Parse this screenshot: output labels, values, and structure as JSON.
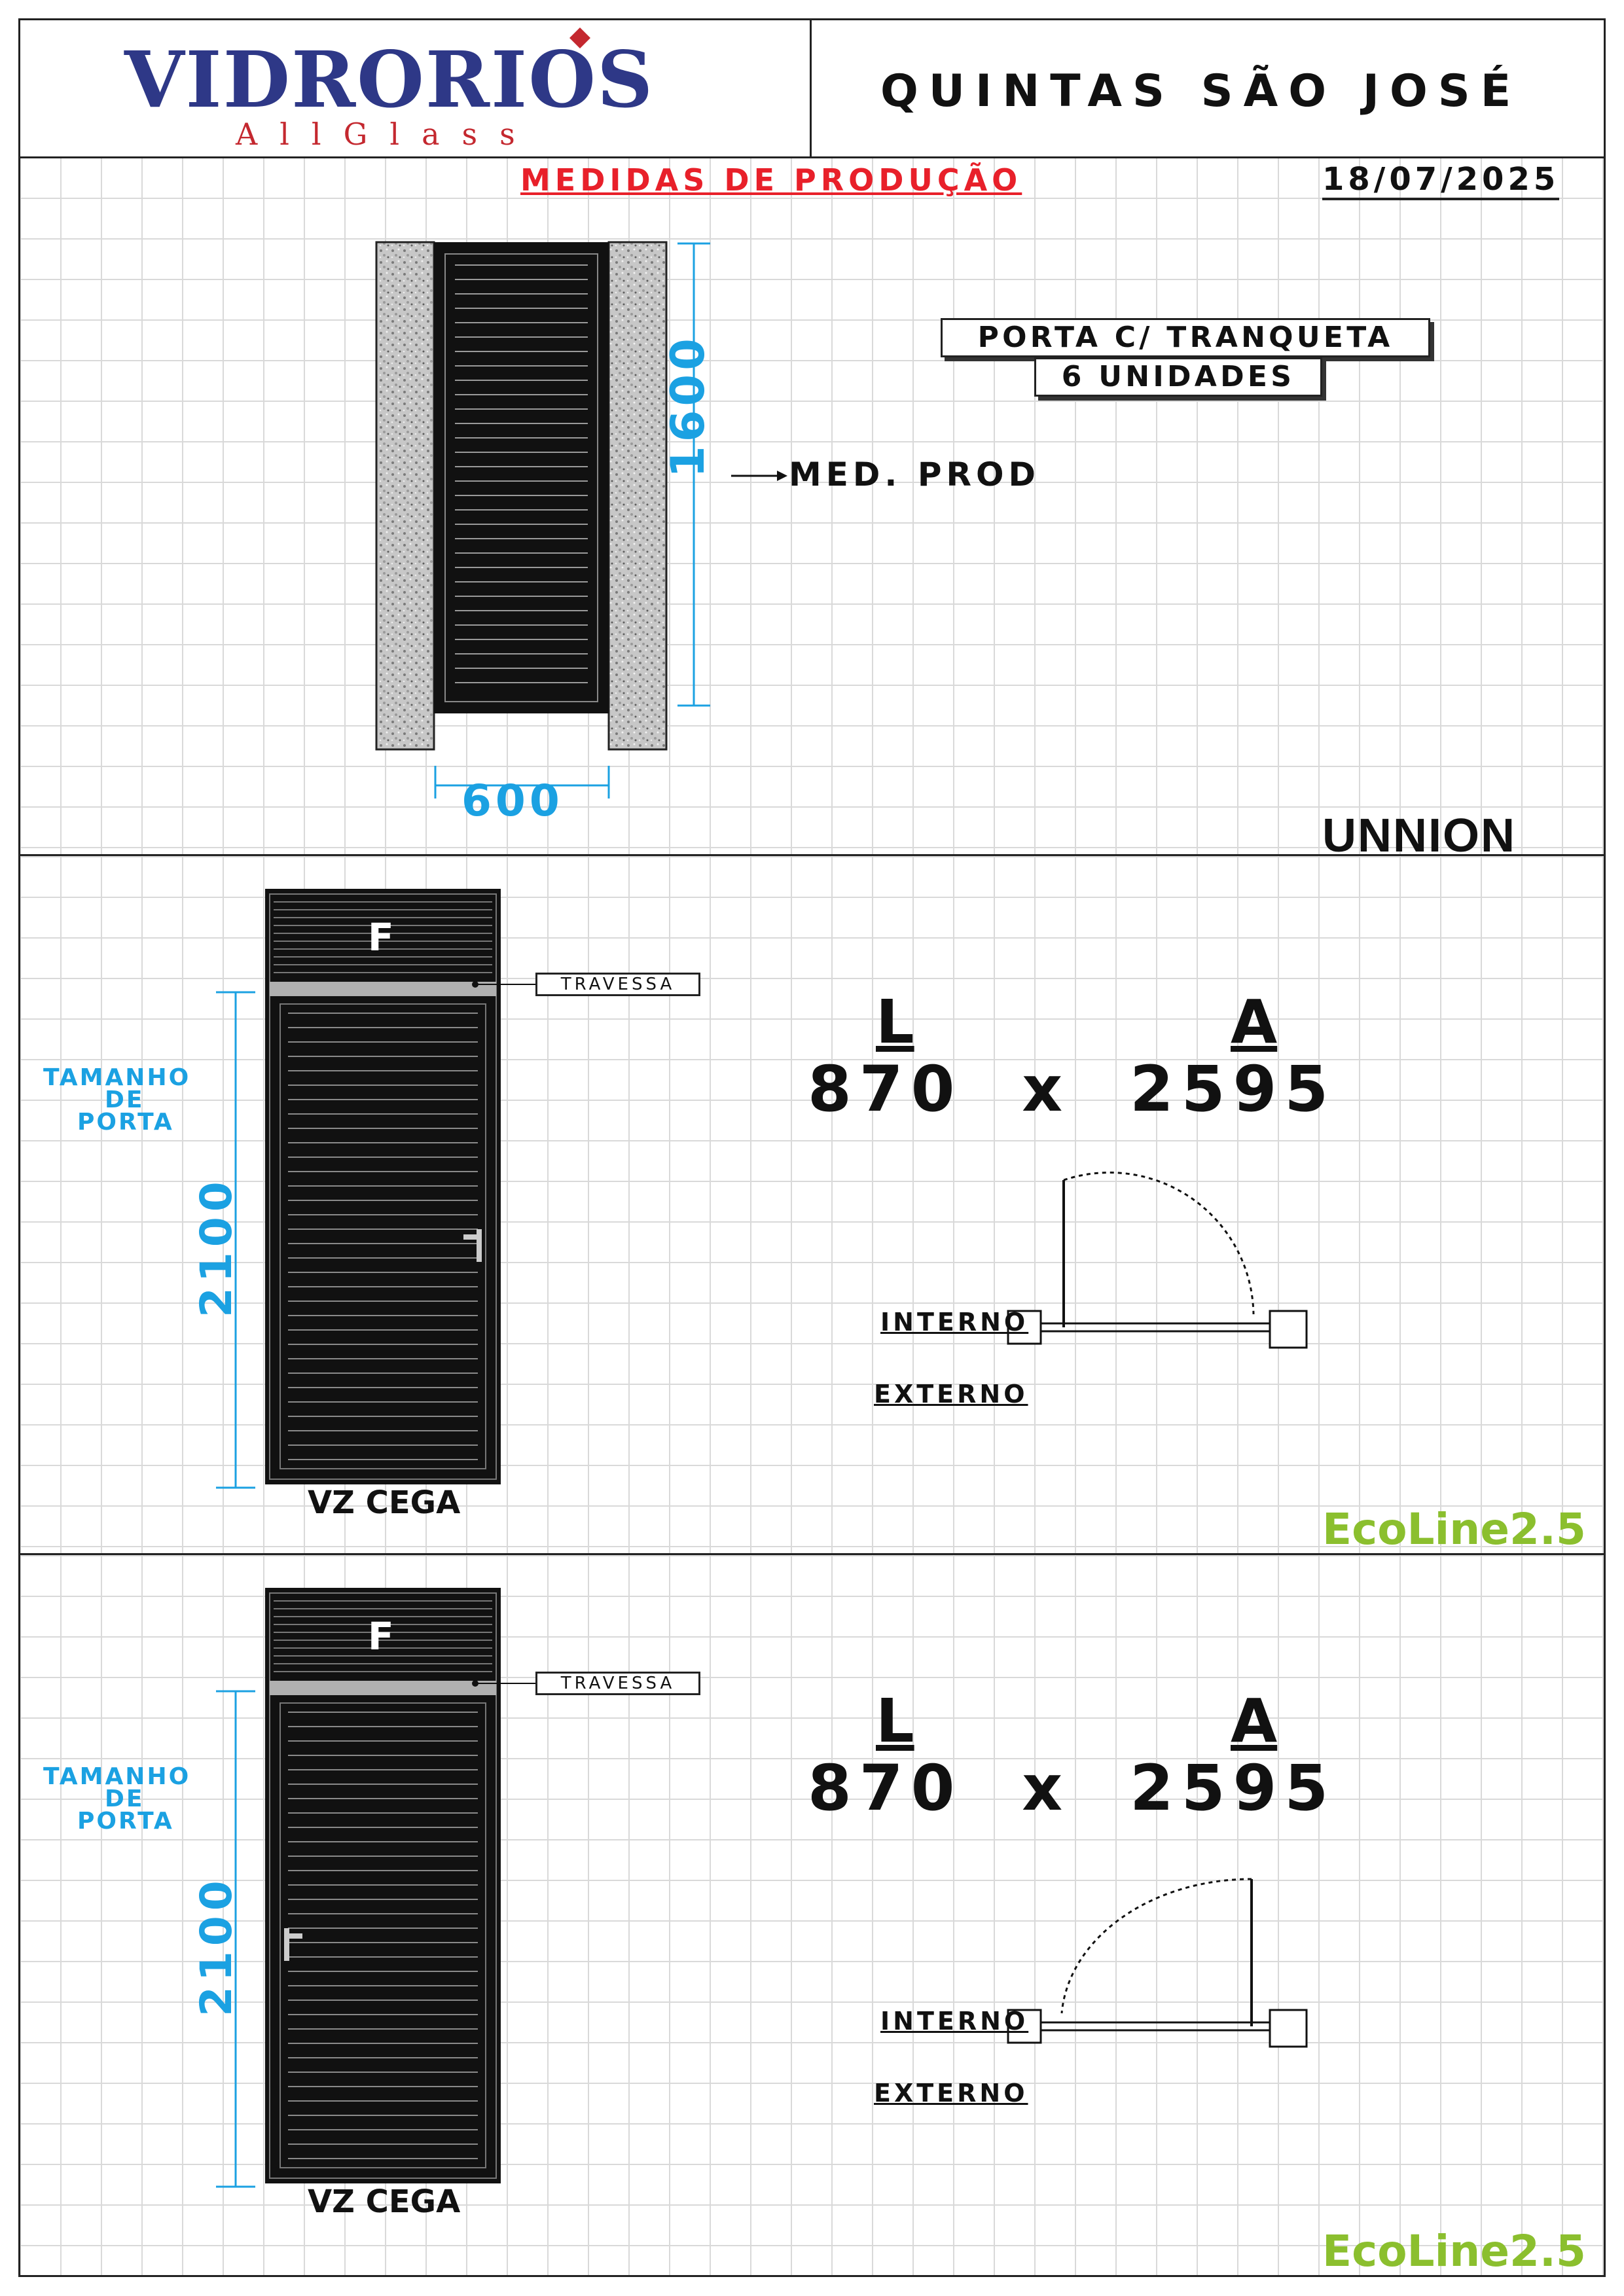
{
  "header": {
    "logo_main": "VIDRORIOS",
    "logo_sub": "AllGlass",
    "project": "QUINTAS SÃO JOSÉ"
  },
  "section1": {
    "title": "MEDIDAS DE PRODUÇÃO",
    "date": "18/07/2025",
    "product_line1": "PORTA C/ TRANQUETA",
    "product_line2": "6 UNIDADES",
    "height_dim": "1600",
    "width_dim": "600",
    "note": "MED. PROD",
    "brand": "UNNION"
  },
  "doors": [
    {
      "panel_letter": "F",
      "travessa_label": "TRAVESSA",
      "size_label": [
        "TAMANHO",
        "DE",
        "PORTA"
      ],
      "height_dim": "2100",
      "glass_label": "VZ  CEGA",
      "L_label": "L",
      "A_label": "A",
      "dims": "870  x  2595",
      "interno": "INTERNO",
      "externo": "EXTERNO",
      "hinge_side": "left",
      "brand": "EcoLine2.5"
    },
    {
      "panel_letter": "F",
      "travessa_label": "TRAVESSA",
      "size_label": [
        "TAMANHO",
        "DE",
        "PORTA"
      ],
      "height_dim": "2100",
      "glass_label": "VZ  CEGA",
      "L_label": "L",
      "A_label": "A",
      "dims": "870  x  2595",
      "interno": "INTERNO",
      "externo": "EXTERNO",
      "hinge_side": "right",
      "brand": "EcoLine2.5"
    }
  ],
  "colors": {
    "logo_blue": "#2e3887",
    "logo_red": "#c4282f",
    "title_red": "#e8202a",
    "dimension_cyan": "#1ba1e2",
    "ecoline_green": "#8bbf2e",
    "ecoline_yellow": "#f2b705"
  }
}
